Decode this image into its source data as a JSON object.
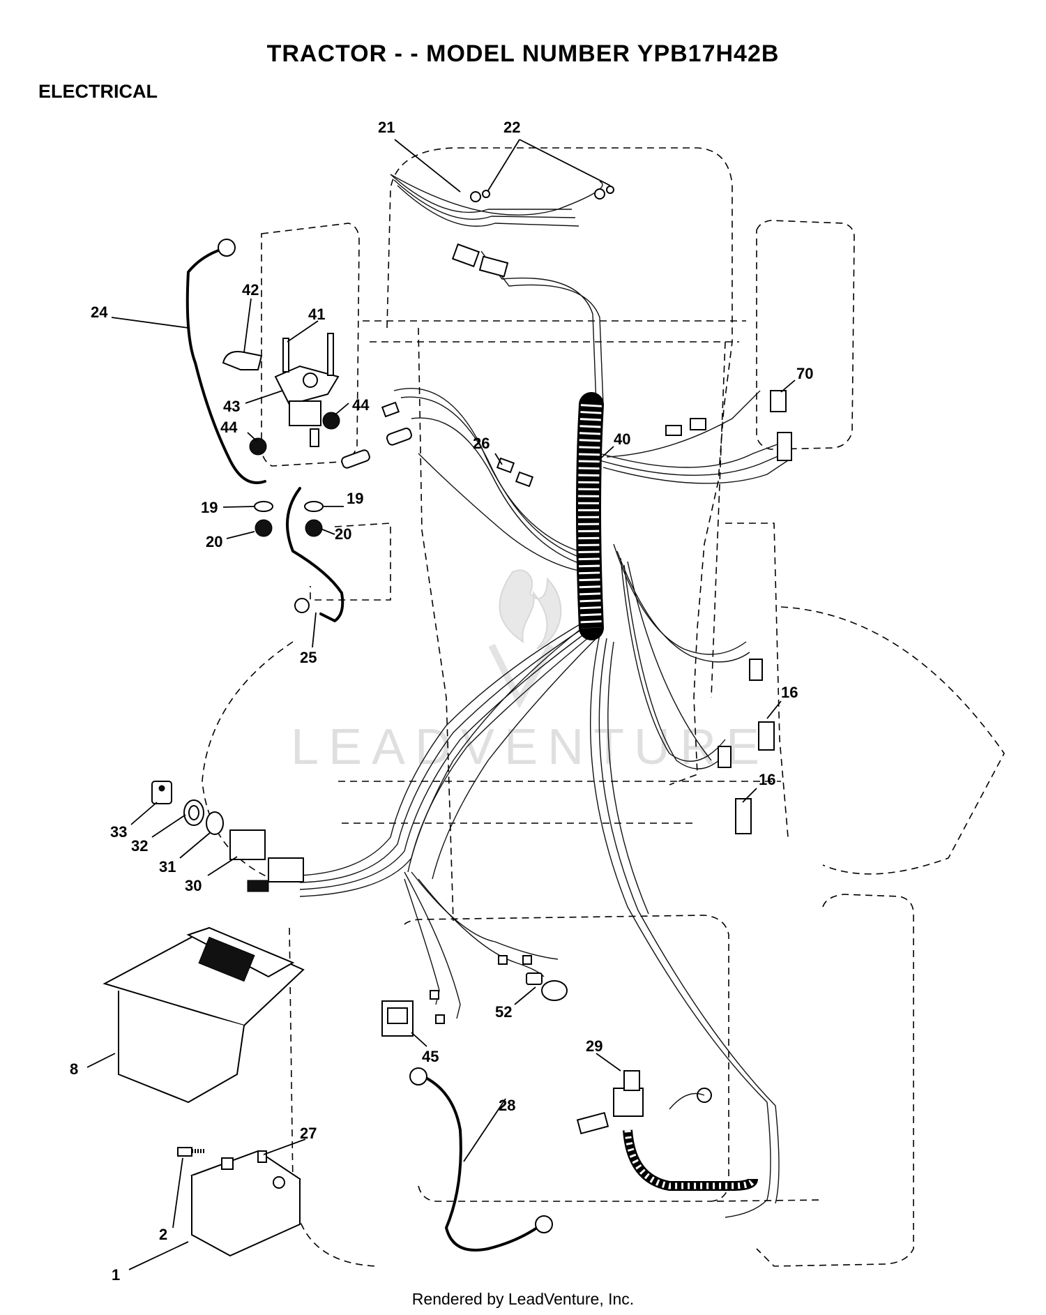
{
  "header": {
    "title": "TRACTOR - - MODEL NUMBER YPB17H42B",
    "section": "ELECTRICAL"
  },
  "footer": {
    "rendered_by": "Rendered by LeadVenture, Inc."
  },
  "watermark": {
    "text": "LEADVENTURE"
  },
  "callouts": {
    "c1": "1",
    "c2": "2",
    "c8": "8",
    "c16a": "16",
    "c16b": "16",
    "c19a": "19",
    "c19b": "19",
    "c20a": "20",
    "c20b": "20",
    "c21": "21",
    "c22": "22",
    "c24": "24",
    "c25": "25",
    "c26": "26",
    "c27": "27",
    "c28": "28",
    "c29": "29",
    "c30": "30",
    "c31": "31",
    "c32": "32",
    "c33": "33",
    "c40": "40",
    "c41": "41",
    "c42": "42",
    "c43": "43",
    "c44a": "44",
    "c44b": "44",
    "c45": "45",
    "c52": "52",
    "c70": "70"
  }
}
